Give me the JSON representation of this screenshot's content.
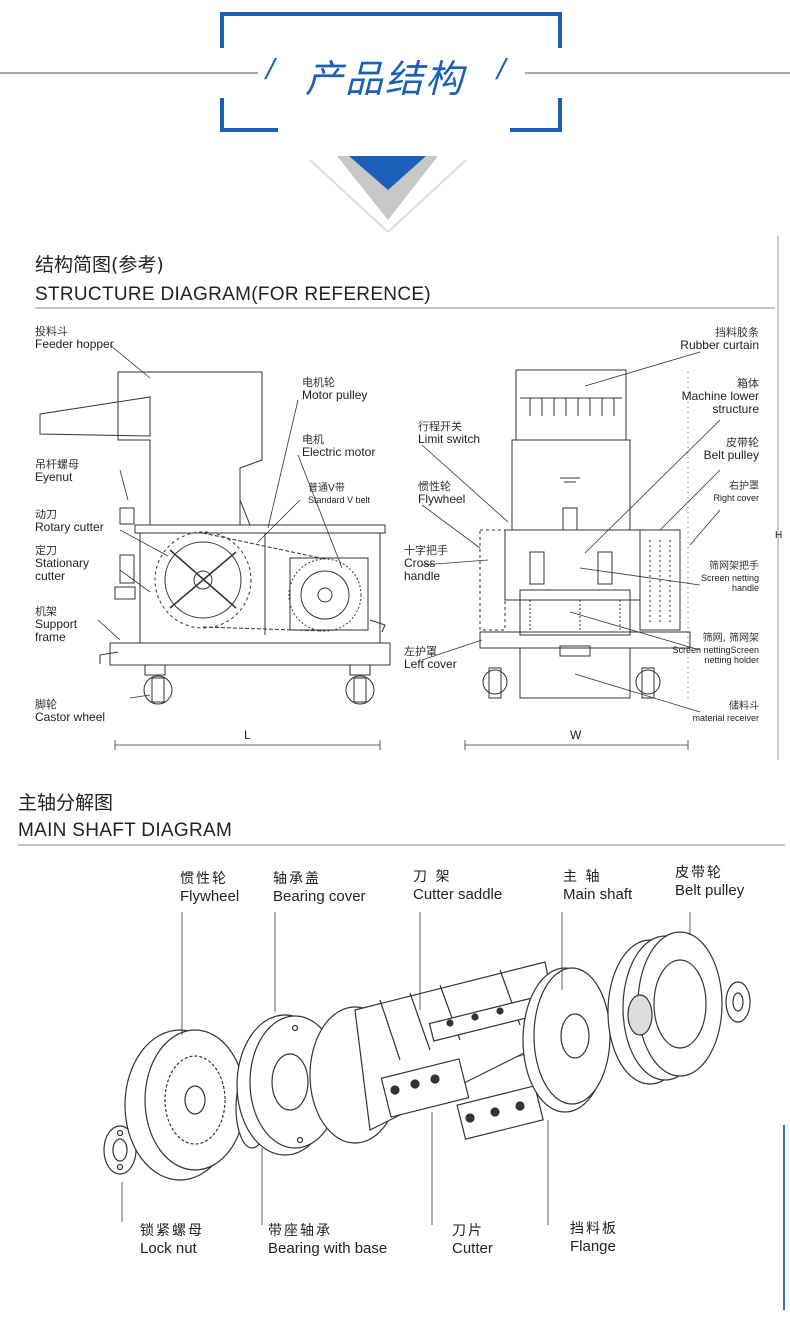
{
  "header": {
    "title": "产品结构",
    "slash_left": "/",
    "slash_right": "/",
    "accent_color": "#1c5fb8"
  },
  "structure": {
    "title_zh": "结构简图(参考)",
    "title_en": "STRUCTURE DIAGRAM(FOR REFERENCE)",
    "labels": {
      "feeder_hopper": {
        "zh": "投料斗",
        "en": "Feeder hopper"
      },
      "eyenut": {
        "zh": "吊杆螺母",
        "en": "Eyenut"
      },
      "rotary_cutter": {
        "zh": "动刀",
        "en": "Rotary cutter"
      },
      "stationary_cutter": {
        "zh": "定刀",
        "en1": "Stationary",
        "en2": "cutter"
      },
      "support_frame": {
        "zh": "机架",
        "en1": "Support",
        "en2": "frame"
      },
      "castor_wheel": {
        "zh": "脚轮",
        "en": "Castor wheel"
      },
      "motor_pulley": {
        "zh": "电机轮",
        "en": "Motor pulley"
      },
      "electric_motor": {
        "zh": "电机",
        "en": "Electric motor"
      },
      "v_belt": {
        "zh": "普通V带",
        "en": "Standard V belt"
      },
      "limit_switch": {
        "zh": "行程开关",
        "en": "Limit switch"
      },
      "flywheel": {
        "zh": "惯性轮",
        "en": "Flywheel"
      },
      "cross_handle": {
        "zh": "十字把手",
        "en1": "Cross",
        "en2": "handle"
      },
      "left_cover": {
        "zh": "左护罩",
        "en": "Left cover"
      },
      "rubber_curtain": {
        "zh": "挡料胶条",
        "en": "Rubber curtain"
      },
      "machine_lower": {
        "zh": "箱体",
        "en1": "Machine lower",
        "en2": "structure"
      },
      "belt_pulley": {
        "zh": "皮带轮",
        "en": "Belt pulley"
      },
      "right_cover": {
        "zh": "右护罩",
        "en": "Right cover"
      },
      "screen_handle": {
        "zh": "筛网架把手",
        "en1": "Screen netting",
        "en2": "handle"
      },
      "screen_holder": {
        "zh": "筛网, 筛网架",
        "en1": "Screen nettingScreen",
        "en2": "netting holder"
      },
      "material_receiver": {
        "zh": "储料斗",
        "en": "material receiver"
      }
    },
    "dim_length": "L",
    "dim_width": "W",
    "dim_height": "H"
  },
  "shaft": {
    "title_zh": "主轴分解图",
    "title_en": "MAIN SHAFT DIAGRAM",
    "labels": {
      "flywheel": {
        "zh": "惯性轮",
        "en": "Flywheel"
      },
      "bearing_cover": {
        "zh": "轴承盖",
        "en": "Bearing cover"
      },
      "cutter_saddle": {
        "zh": "刀 架",
        "en": "Cutter saddle"
      },
      "main_shaft": {
        "zh": "主 轴",
        "en": "Main shaft"
      },
      "belt_pulley": {
        "zh": "皮带轮",
        "en": "Belt pulley"
      },
      "lock_nut": {
        "zh": "锁紧螺母",
        "en": "Lock nut"
      },
      "bearing_base": {
        "zh": "带座轴承",
        "en": "Bearing with base"
      },
      "cutter": {
        "zh": "刀片",
        "en": "Cutter"
      },
      "flange": {
        "zh": "挡料板",
        "en": "Flange"
      }
    }
  }
}
